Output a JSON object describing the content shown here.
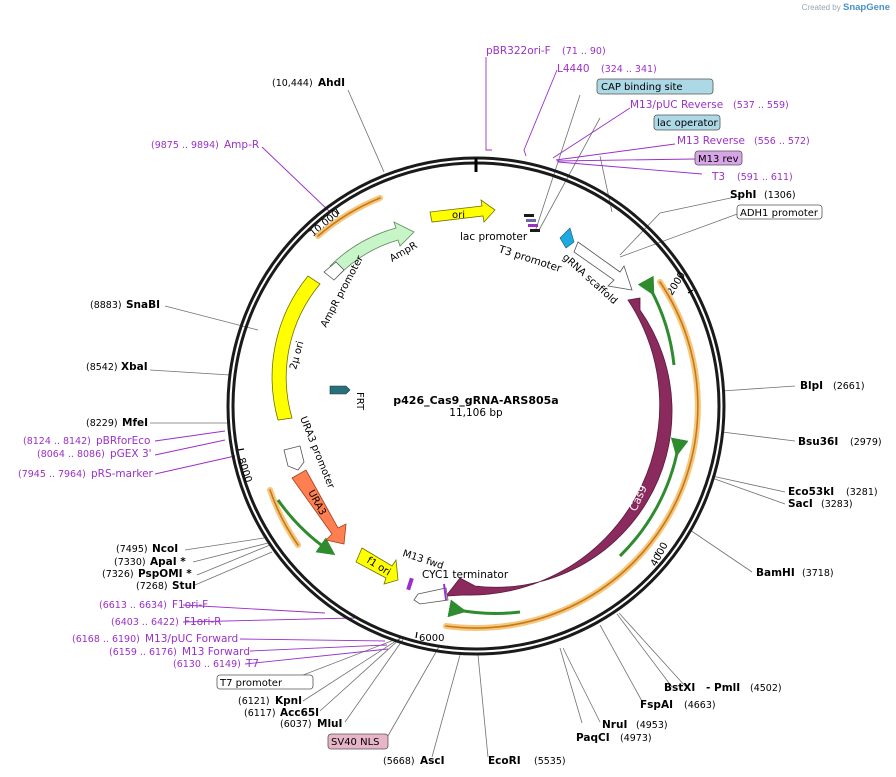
{
  "credit": {
    "created_by": "Created by",
    "brand": "SnapGene"
  },
  "plasmid": {
    "name": "p426_Cas9_gRNA-ARS805a",
    "size": "11,106 bp"
  },
  "ticks": [
    "2000",
    "4000",
    "6000",
    "8000",
    "10,000"
  ],
  "features": [
    {
      "label": "ori",
      "color": "#ffff00"
    },
    {
      "label": "AmpR",
      "color": "#c8f5c8"
    },
    {
      "label": "AmpR promoter",
      "color": "#ffffff"
    },
    {
      "label": "2μ ori",
      "color": "#ffff00"
    },
    {
      "label": "URA3 promoter",
      "color": "#ffffff"
    },
    {
      "label": "URA3",
      "color": "#ff7f50"
    },
    {
      "label": "f1 ori",
      "color": "#ffff00"
    },
    {
      "label": "M13 fwd",
      "color": "#9b30c8"
    },
    {
      "label": "CYC1 terminator",
      "color": "#ffffff"
    },
    {
      "label": "Cas9",
      "color": "#8b2a5c"
    },
    {
      "label": "gRNA scaffold",
      "color": "#ffffff"
    },
    {
      "label": "lac promoter",
      "color": "#ffffff"
    },
    {
      "label": "T3 promoter",
      "color": "#ffffff"
    },
    {
      "label": "FRT",
      "color": "#2a6f7a"
    }
  ],
  "enzymes": [
    {
      "name": "AhdI",
      "pos": "(10,444)"
    },
    {
      "name": "SphI",
      "pos": "(1306)"
    },
    {
      "name": "SnaBI",
      "pos": "(8883)"
    },
    {
      "name": "XbaI",
      "pos": "(8542)"
    },
    {
      "name": "MfeI",
      "pos": "(8229)"
    },
    {
      "name": "BlpI",
      "pos": "(2661)"
    },
    {
      "name": "Bsu36I",
      "pos": "(2979)"
    },
    {
      "name": "Eco53kI",
      "pos": "(3281)"
    },
    {
      "name": "SacI",
      "pos": "(3283)"
    },
    {
      "name": "BamHI",
      "pos": "(3718)"
    },
    {
      "name": "NcoI",
      "pos": "(7495)"
    },
    {
      "name": "ApaI *",
      "pos": "(7330)"
    },
    {
      "name": "PspOMI *",
      "pos": "(7326)"
    },
    {
      "name": "StuI",
      "pos": "(7268)"
    },
    {
      "name": "KpnI",
      "pos": "(6121)"
    },
    {
      "name": "Acc65I",
      "pos": "(6117)"
    },
    {
      "name": "MluI",
      "pos": "(6037)"
    },
    {
      "name": "AscI",
      "pos": "(5668)"
    },
    {
      "name": "EcoRI",
      "pos": "(5535)"
    },
    {
      "name": "NruI",
      "pos": "(4953)"
    },
    {
      "name": "PaqCI",
      "pos": "(4973)"
    },
    {
      "name": "FspAI",
      "pos": "(4663)"
    },
    {
      "name": "BstXI",
      "pos": ""
    },
    {
      "name": "- PmlI",
      "pos": "(4502)"
    }
  ],
  "primers": [
    {
      "name": "pBR322ori-F",
      "range": "(71 .. 90)"
    },
    {
      "name": "L4440",
      "range": "(324 .. 341)"
    },
    {
      "name": "M13/pUC Reverse",
      "range": "(537 .. 559)"
    },
    {
      "name": "M13 Reverse",
      "range": "(556 .. 572)"
    },
    {
      "name": "T3",
      "range": "(591 .. 611)"
    },
    {
      "name": "Amp-R",
      "range": "(9875 .. 9894)"
    },
    {
      "name": "pBRforEco",
      "range": "(8124 .. 8142)"
    },
    {
      "name": "pGEX 3'",
      "range": "(8064 .. 8086)"
    },
    {
      "name": "pRS-marker",
      "range": "(7945 .. 7964)"
    },
    {
      "name": "F1ori-F",
      "range": "(6613 .. 6634)"
    },
    {
      "name": "F1ori-R",
      "range": "(6403 .. 6422)"
    },
    {
      "name": "M13/pUC Forward",
      "range": "(6168 .. 6190)"
    },
    {
      "name": "M13 Forward",
      "range": "(6159 .. 6176)"
    },
    {
      "name": "T7",
      "range": "(6130 .. 6149)"
    }
  ],
  "boxed_features": [
    {
      "label": "CAP binding site",
      "fill": "#add8e6"
    },
    {
      "label": "lac operator",
      "fill": "#add8e6"
    },
    {
      "label": "M13 rev",
      "fill": "#d8a6e6"
    },
    {
      "label": "ADH1 promoter",
      "fill": "#ffffff"
    },
    {
      "label": "T7 promoter",
      "fill": "#ffffff"
    },
    {
      "label": "SV40 NLS",
      "fill": "#e8b4c8"
    }
  ]
}
